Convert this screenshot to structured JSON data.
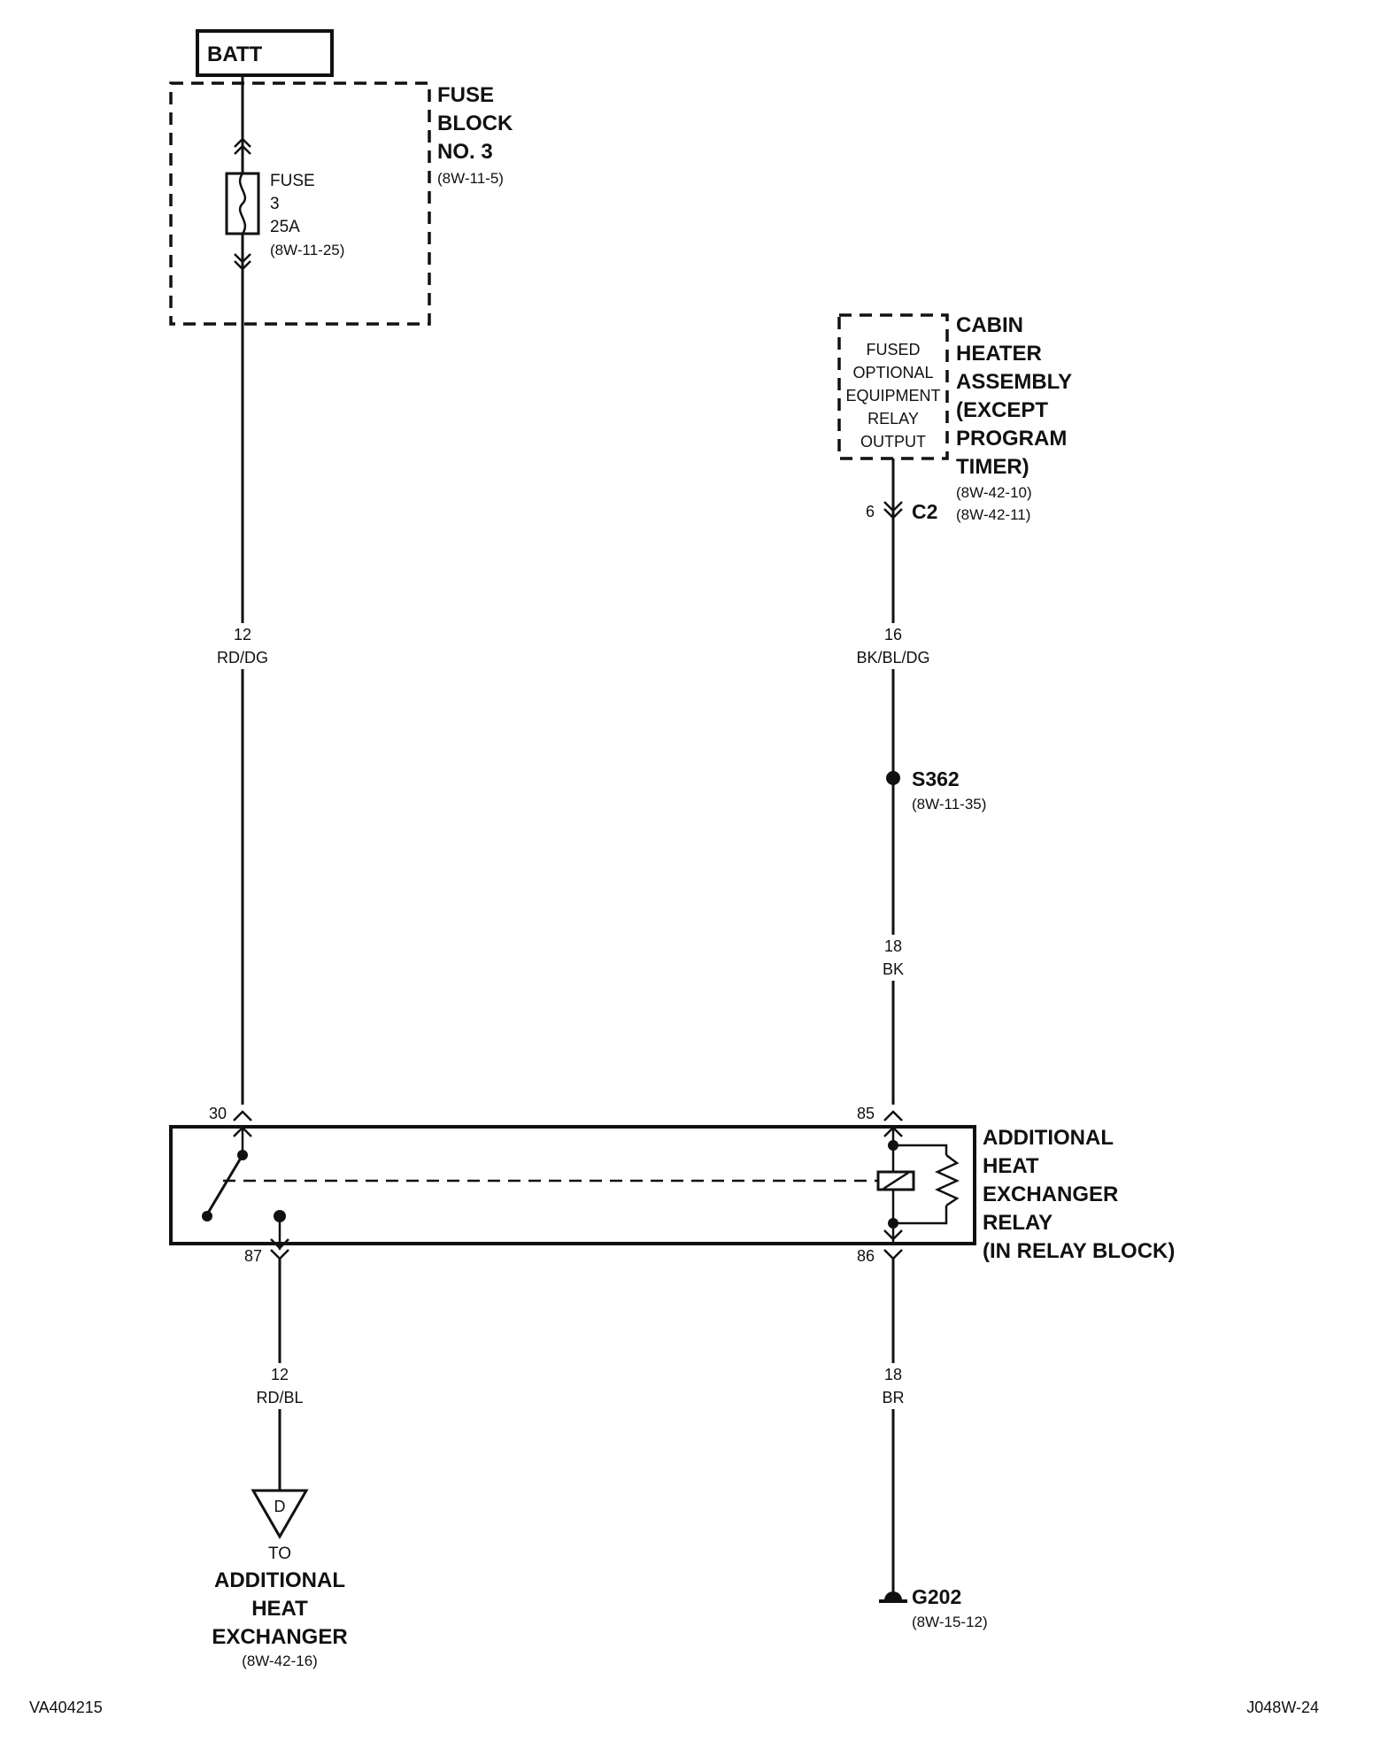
{
  "batt": {
    "label": "BATT"
  },
  "fuse_block": {
    "title_lines": [
      "FUSE",
      "BLOCK",
      "NO. 3"
    ],
    "ref": "(8W-11-5)",
    "fuse_lines": [
      "FUSE",
      "3",
      "25A",
      "(8W-11-25)"
    ]
  },
  "wires": {
    "left_upper": {
      "gauge": "12",
      "color": "RD/DG"
    },
    "right_upper": {
      "gauge": "16",
      "color": "BK/BL/DG"
    },
    "right_middle": {
      "gauge": "18",
      "color": "BK"
    },
    "left_lower": {
      "gauge": "12",
      "color": "RD/BL"
    },
    "right_lower": {
      "gauge": "18",
      "color": "BR"
    }
  },
  "cabin_heater": {
    "box_lines": [
      "FUSED",
      "OPTIONAL",
      "EQUIPMENT",
      "RELAY",
      "OUTPUT"
    ],
    "title_lines": [
      "CABIN",
      "HEATER",
      "ASSEMBLY",
      "(EXCEPT",
      "PROGRAM",
      "TIMER)"
    ],
    "refs": [
      "(8W-42-10)",
      "(8W-42-11)"
    ],
    "pin": "6",
    "connector": "C2"
  },
  "splice": {
    "label": "S362",
    "ref": "(8W-11-35)"
  },
  "relay": {
    "title_lines": [
      "ADDITIONAL",
      "HEAT",
      "EXCHANGER",
      "RELAY",
      "(IN RELAY BLOCK)"
    ],
    "pins": {
      "p30": "30",
      "p85": "85",
      "p87": "87",
      "p86": "86"
    }
  },
  "destination": {
    "symbol": "D",
    "to": "TO",
    "name_lines": [
      "ADDITIONAL",
      "HEAT",
      "EXCHANGER"
    ],
    "ref": "(8W-42-16)"
  },
  "ground": {
    "label": "G202",
    "ref": "(8W-15-12)"
  },
  "footer": {
    "left_code": "VA404215",
    "right_code": "J048W-24"
  }
}
